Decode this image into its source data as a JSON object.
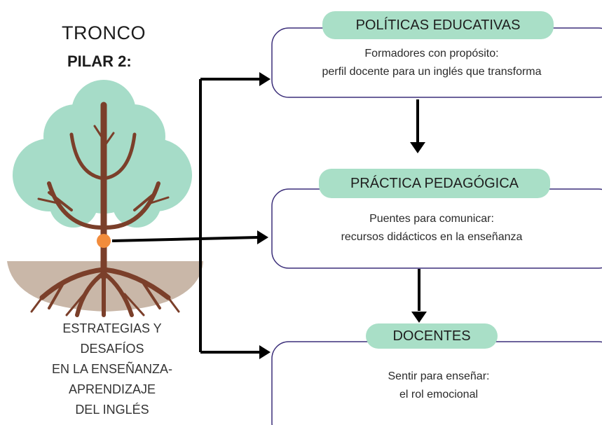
{
  "header": {
    "title": "TRONCO",
    "subtitle": "PILAR 2:"
  },
  "caption": {
    "lines": [
      "ESTRATEGIAS Y",
      "DESAFÍOS",
      "EN LA ENSEÑANZA-",
      "APRENDIZAJE",
      "DEL INGLÉS"
    ]
  },
  "boxes": [
    {
      "label": "POLÍTICAS EDUCATIVAS",
      "line1": "Formadores con propósito:",
      "line2": "perfil docente para un inglés que transforma"
    },
    {
      "label": "PRÁCTICA PEDAGÓGICA",
      "line1": "Puentes para comunicar:",
      "line2": "recursos didácticos en la enseñanza"
    },
    {
      "label": "DOCENTES",
      "line1": "Sentir para enseñar:",
      "line2": "el rol emocional"
    }
  ],
  "colors": {
    "pill": "#a9dfc7",
    "foliage": "#a6dcc8",
    "trunk": "#7b3f2a",
    "ground": "#c9b7a8",
    "dot": "#f28c3c",
    "box_border": "#3c2f7a",
    "arrow": "#000000"
  }
}
